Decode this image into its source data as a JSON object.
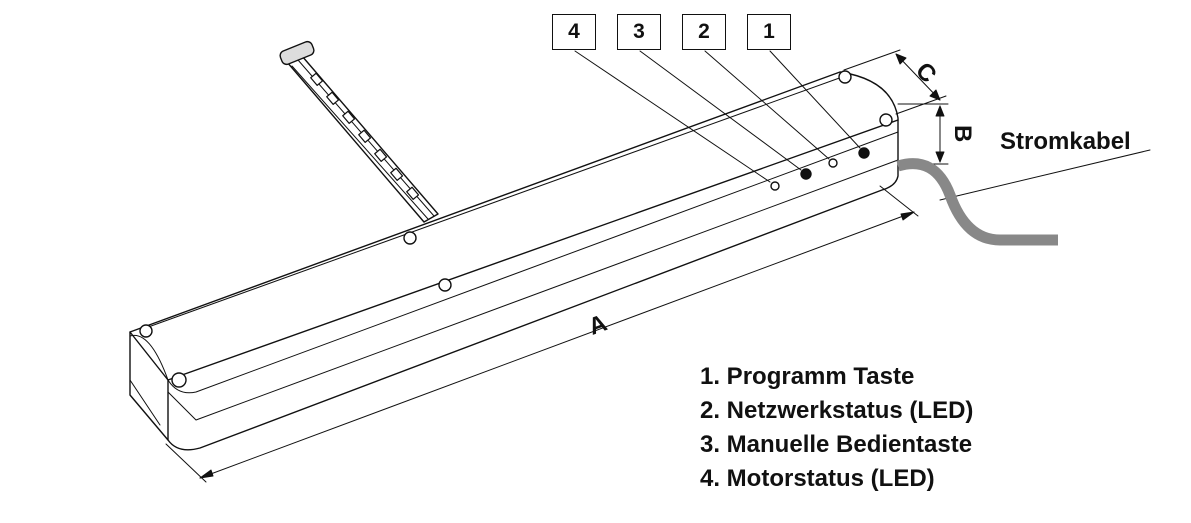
{
  "callouts": [
    "4",
    "3",
    "2",
    "1"
  ],
  "dimensions": {
    "a": "A",
    "b": "B",
    "c": "C"
  },
  "cable_label": "Stromkabel",
  "legend": [
    "1. Programm Taste",
    "2. Netzwerkstatus (LED)",
    "3. Manuelle Bedientaste",
    "4. Motorstatus (LED)"
  ],
  "colors": {
    "line": "#111111",
    "cable": "#888888",
    "background": "#ffffff"
  }
}
